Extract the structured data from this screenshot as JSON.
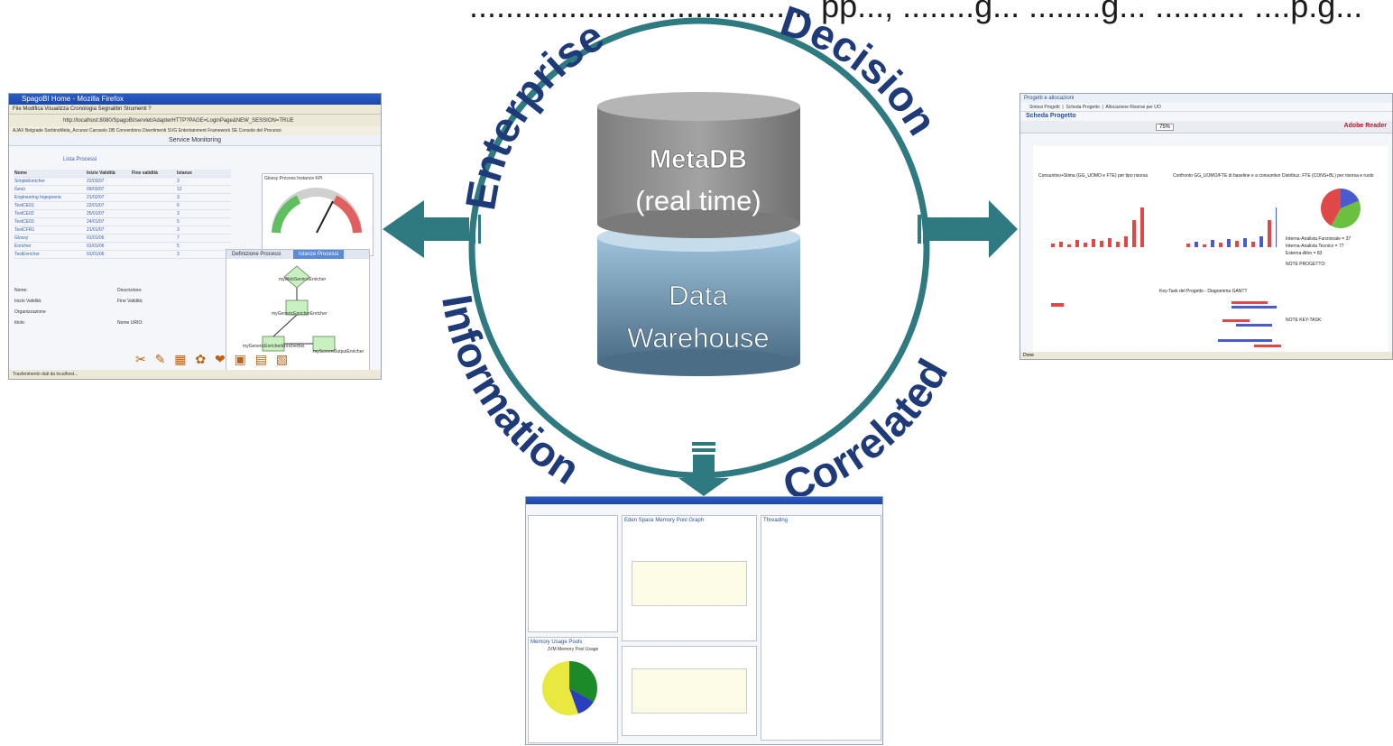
{
  "header": {
    "caption": "...................................... pp..., ........g... ........g... .......... ....p.g..."
  },
  "diagram": {
    "arc_labels": {
      "enterprise": "Enterprise",
      "decision": "Decision",
      "information": "Information",
      "correlated": "Correlated"
    },
    "db_top": {
      "title": "MetaDB",
      "subtitle": "(real time)"
    },
    "db_bottom": {
      "line1": "Data",
      "line2": "Warehouse"
    },
    "colors": {
      "ring": "#2e7a80",
      "arrow": "#2e7a80",
      "label": "#1e3a78",
      "db_top": "#8a8a8a",
      "db_bottom": "#5f8fae"
    }
  },
  "screenshots": {
    "left": {
      "window_title": "SpagoBI Home - Mozilla Firefox",
      "menu": "File  Modifica  Visualizza  Cronologia  Segnalibri  Strumenti  ?",
      "address": "http://localhost:8080/SpagoBI/servlet/AdapterHTTP?PAGE=LoginPage&NEW_SESSION=TRUE",
      "bookmarks": "AJAX  Belgrade  SorbinoMeta_Accessi  Caroselo  DB Conventions  Divertimenti  SVG  Entertainment  Framework  SE  Console del Processi",
      "panel_title": "Service Monitoring",
      "list_title": "Lista Processi",
      "columns": [
        "Nome",
        "Inizio Validità",
        "Fine validità",
        "Istanze"
      ],
      "rows": [
        [
          "SimpleEnricher",
          "22/03/07",
          "",
          "3"
        ],
        [
          "Gesù",
          "09/03/07",
          "",
          "12"
        ],
        [
          "Engineering Ingegneria",
          "21/02/07",
          "",
          "3"
        ],
        [
          "TestCE01",
          "22/01/07",
          "",
          "6"
        ],
        [
          "TestCE02",
          "25/01/07",
          "",
          "3"
        ],
        [
          "TestCE03",
          "24/01/07",
          "",
          "5"
        ],
        [
          "TestCFR1",
          "21/01/07",
          "",
          "3"
        ],
        [
          "Glossy",
          "01/01/06",
          "",
          "7"
        ],
        [
          "Enricher",
          "01/01/06",
          "",
          "5"
        ],
        [
          "TestEnricher",
          "01/01/06",
          "",
          "3"
        ]
      ],
      "gauge_title": "Glossy Process Instance KPI",
      "tabs": [
        "Definizione Processi",
        "Istanze Processi"
      ],
      "flow_nodes": [
        "myWebServiceEnricher",
        "myGenericEnricherEnricher",
        "myGenericEnricherEnricherBis",
        "myScreenOutputEnricher"
      ],
      "form_labels": [
        "Nome:",
        "Inizio Validità:",
        "Organizzazione titolo:",
        "Descrizione:",
        "Fine Validità:",
        "Nome URIO:"
      ],
      "status": "Trasferimento dati da localhost..."
    },
    "right": {
      "header": "Progetti e allocazioni",
      "tabs": [
        "Sintesi Progetti",
        "Scheda Progetto",
        "Allocazione Risorse per UO"
      ],
      "title": "Scheda Progetto",
      "zoom": "75%",
      "brand": "Adobe Reader",
      "chart1_title": "Consuntivo+Stima (GG_UOMO e FTE) per tipo risorsa",
      "chart2_title": "Confronto GG_UOMO/FTE di baseline e a consuntivo",
      "pie_title": "Distribuz. FTE (CONS+BL) per risorsa e ruolo",
      "pie_legend": [
        "Interna-Analista Funzionale = 37",
        "Interna-Analista Tecnico = 77",
        "Esterna-Altro = 83"
      ],
      "pie_slices": [
        {
          "label": "Interna-Analista Funzionale",
          "value": 37,
          "color": "#4a5bd0"
        },
        {
          "label": "Interna-Analista Tecnico",
          "value": 77,
          "color": "#6cc040"
        },
        {
          "label": "Esterna-Altro",
          "value": 83,
          "color": "#e04848"
        }
      ],
      "gantt_title": "Key-Task del Progetto - Diagramma GANTT",
      "notes": [
        "NOTE PROGETTO:",
        "NOTE KEY-TASK:"
      ],
      "status": "Done"
    },
    "bottom": {
      "heading1": "Eden Space Memory Pool Graph",
      "heading2": "Memory Usage Pools",
      "heading3": "Threading",
      "pie_title": "JVM Memory Pool Usage"
    }
  }
}
